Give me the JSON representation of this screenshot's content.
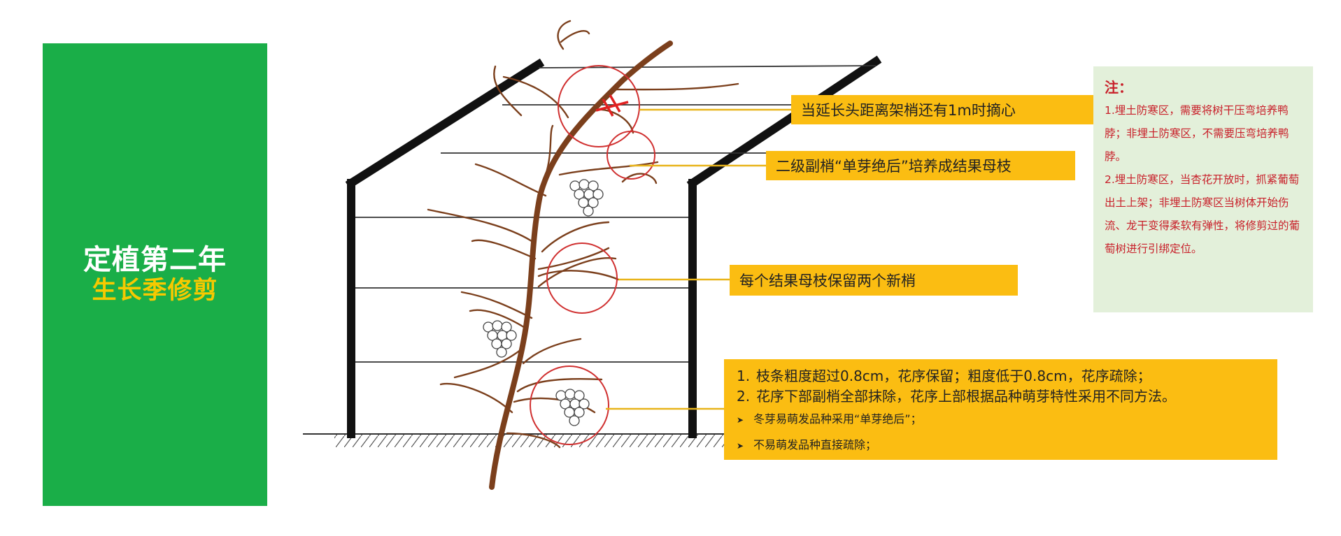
{
  "title": {
    "main": "定植第二年",
    "sub": "生长季修剪"
  },
  "callouts": [
    "当延长头距离架梢还有1m时摘心",
    "二级副梢“单芽绝后”培养成结果母枝",
    "每个结果母枝保留两个新梢"
  ],
  "box4": {
    "items": [
      {
        "num": "1.",
        "text": "枝条粗度超过0.8cm，花序保留；粗度低于0.8cm，花序疏除；"
      },
      {
        "num": "2.",
        "text": "花序下部副梢全部抹除，花序上部根据品种萌芽特性采用不同方法。"
      }
    ],
    "subitems": [
      "冬芽易萌发品种采用“单芽绝后”；",
      "不易萌发品种直接疏除；"
    ]
  },
  "note": {
    "title": "注：",
    "p1": "1.埋土防寒区，需要将树干压弯培养鸭脖；非埋土防寒区，不需要压弯培养鸭脖。",
    "p2": "2.埋土防寒区，当杏花开放时，抓紧葡萄出土上架；非埋土防寒区当树体开始伤流、龙干变得柔软有弹性，将修剪过的葡萄树进行引绑定位。"
  },
  "colors": {
    "green_panel": "#1aae48",
    "title_yellow": "#f7c900",
    "callout_yellow": "#fbbd12",
    "note_bg": "#e3f0da",
    "note_text": "#c8202a",
    "vine_brown": "#7b3f1c",
    "circle_red": "#d03030",
    "leader_line": "#e8b41a"
  }
}
